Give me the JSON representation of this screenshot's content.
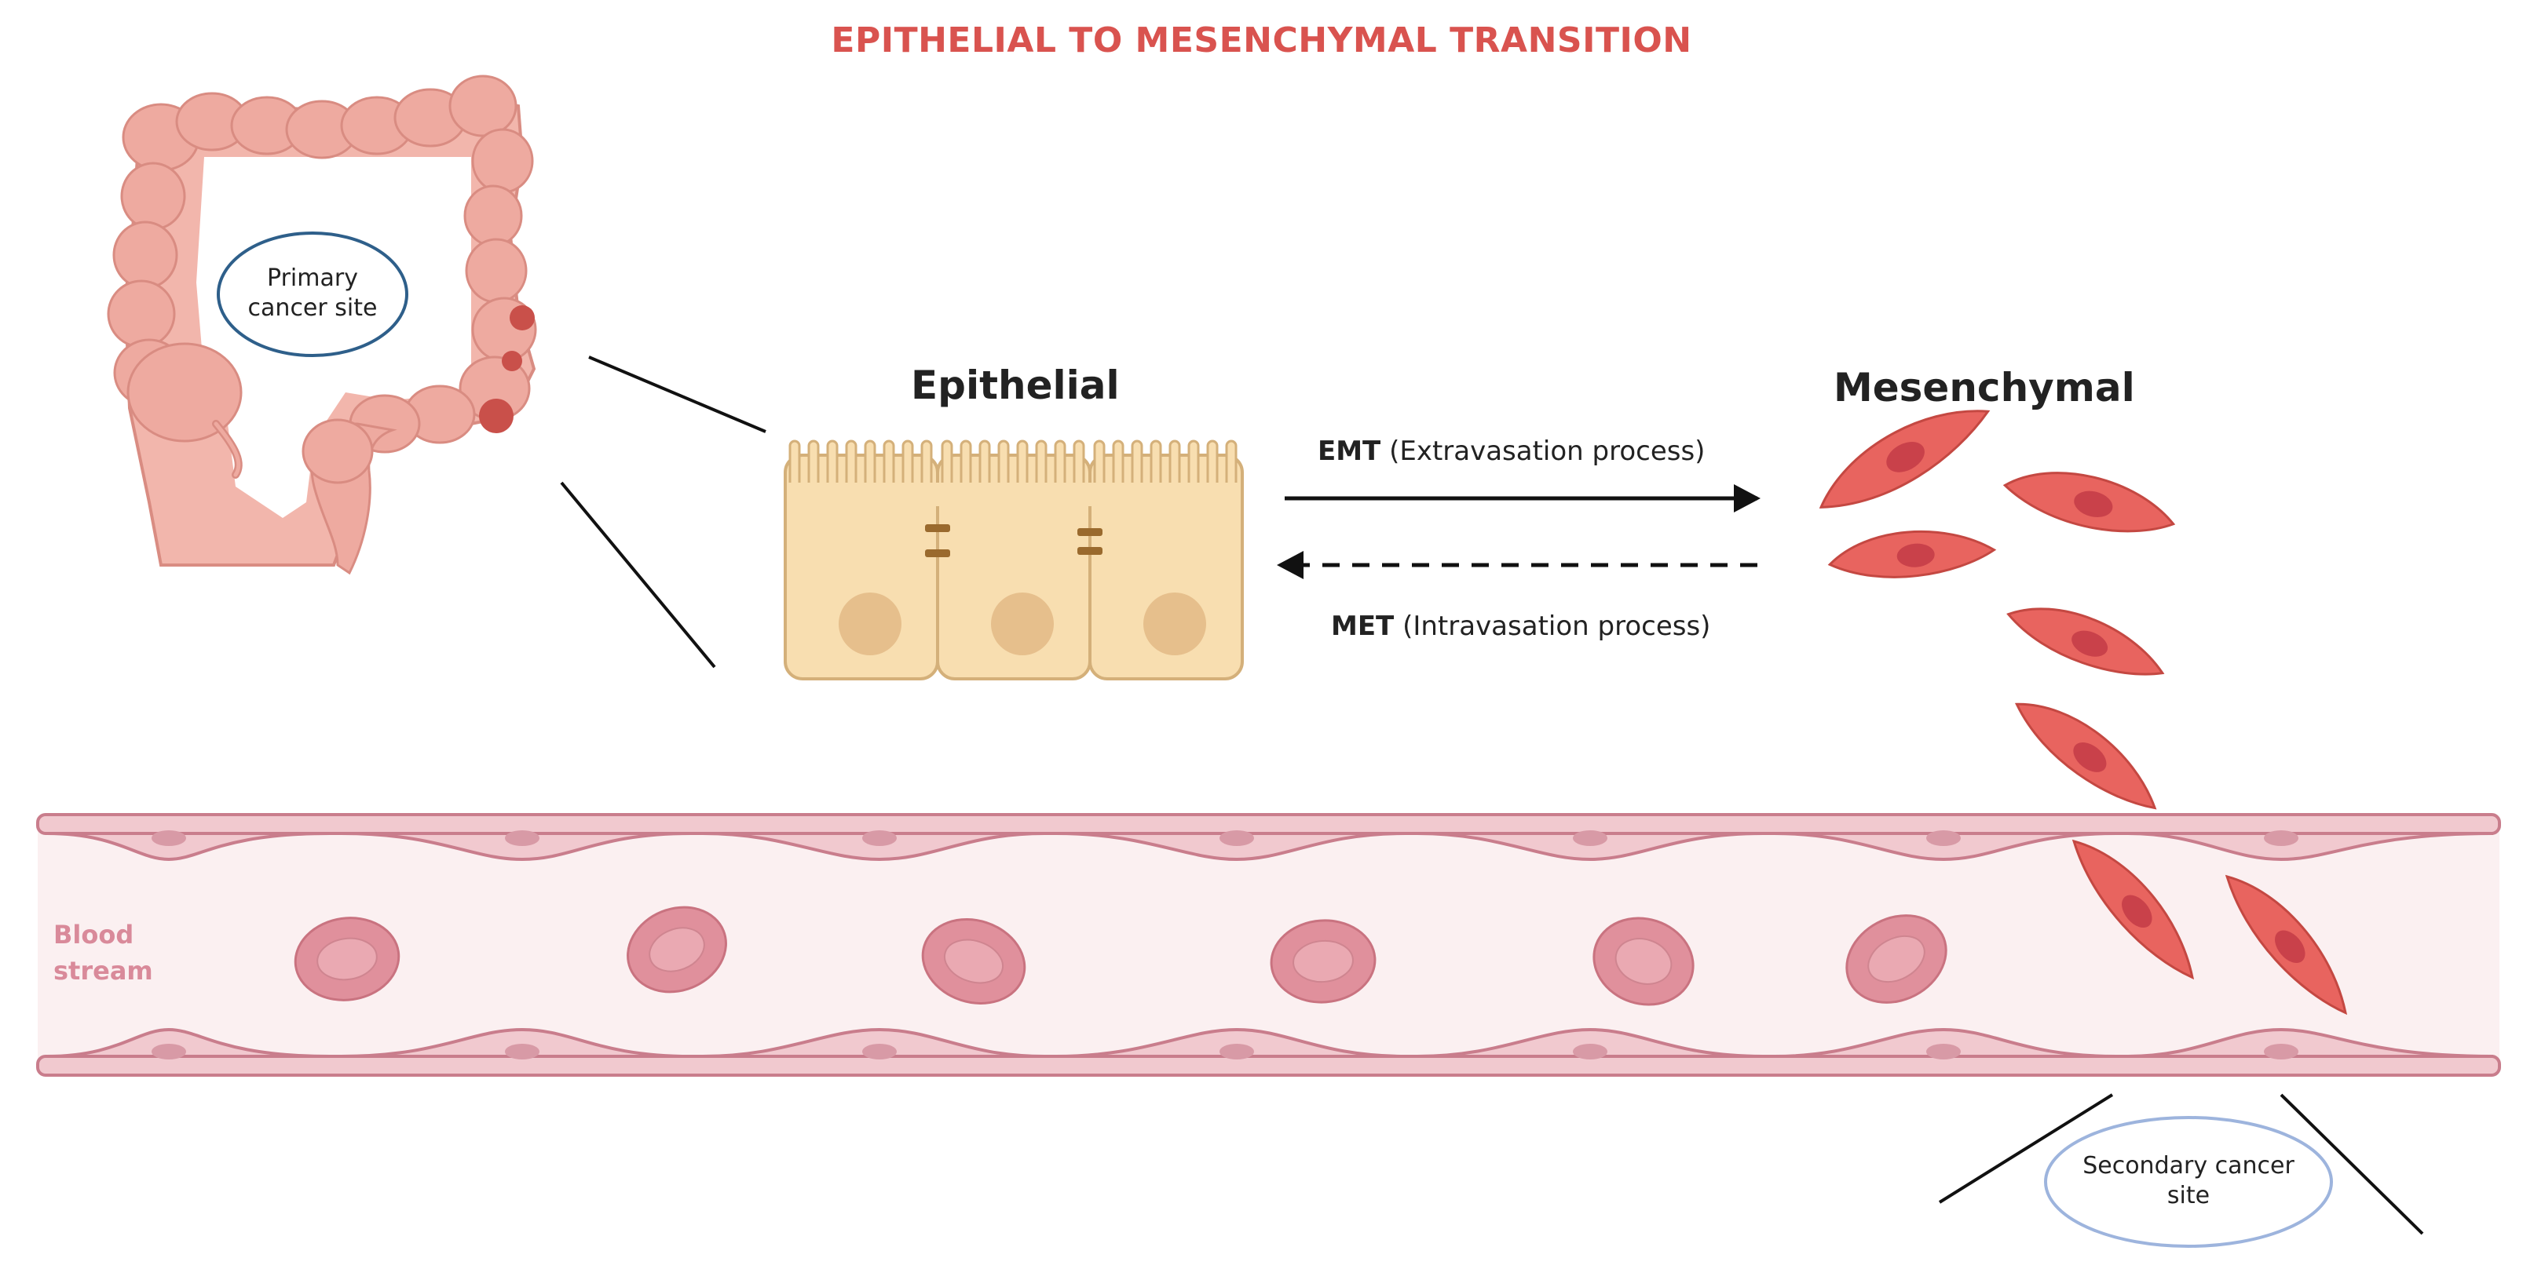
{
  "title": "EPITHELIAL TO MESENCHYMAL TRANSITION",
  "labels": {
    "epithelial": "Epithelial",
    "mesenchymal": "Mesenchymal",
    "primary_line1": "Primary",
    "primary_line2": "cancer site",
    "secondary_line1": "Secondary cancer",
    "secondary_line2": "site",
    "blood_line1": "Blood",
    "blood_line2": "stream"
  },
  "arrows": {
    "emt_abbr": "EMT",
    "emt_desc": "(Extravasation process)",
    "met_abbr": "MET",
    "met_desc": "(Intravasation process)"
  },
  "colors": {
    "title": "#d9534f",
    "colon": "#eeaaa0",
    "tumor": "#c9504a",
    "epithelial_cell": "#f8deb0",
    "nucleus": "#e6bf8c",
    "mesenchymal_cell": "#e8645f",
    "vessel_wall": "#c97d8c",
    "vessel_lumen": "#fbf0f1",
    "red_blood_cell": "#e0909c",
    "primary_oval": "#2e5f8a",
    "secondary_oval": "#9db4dd"
  }
}
